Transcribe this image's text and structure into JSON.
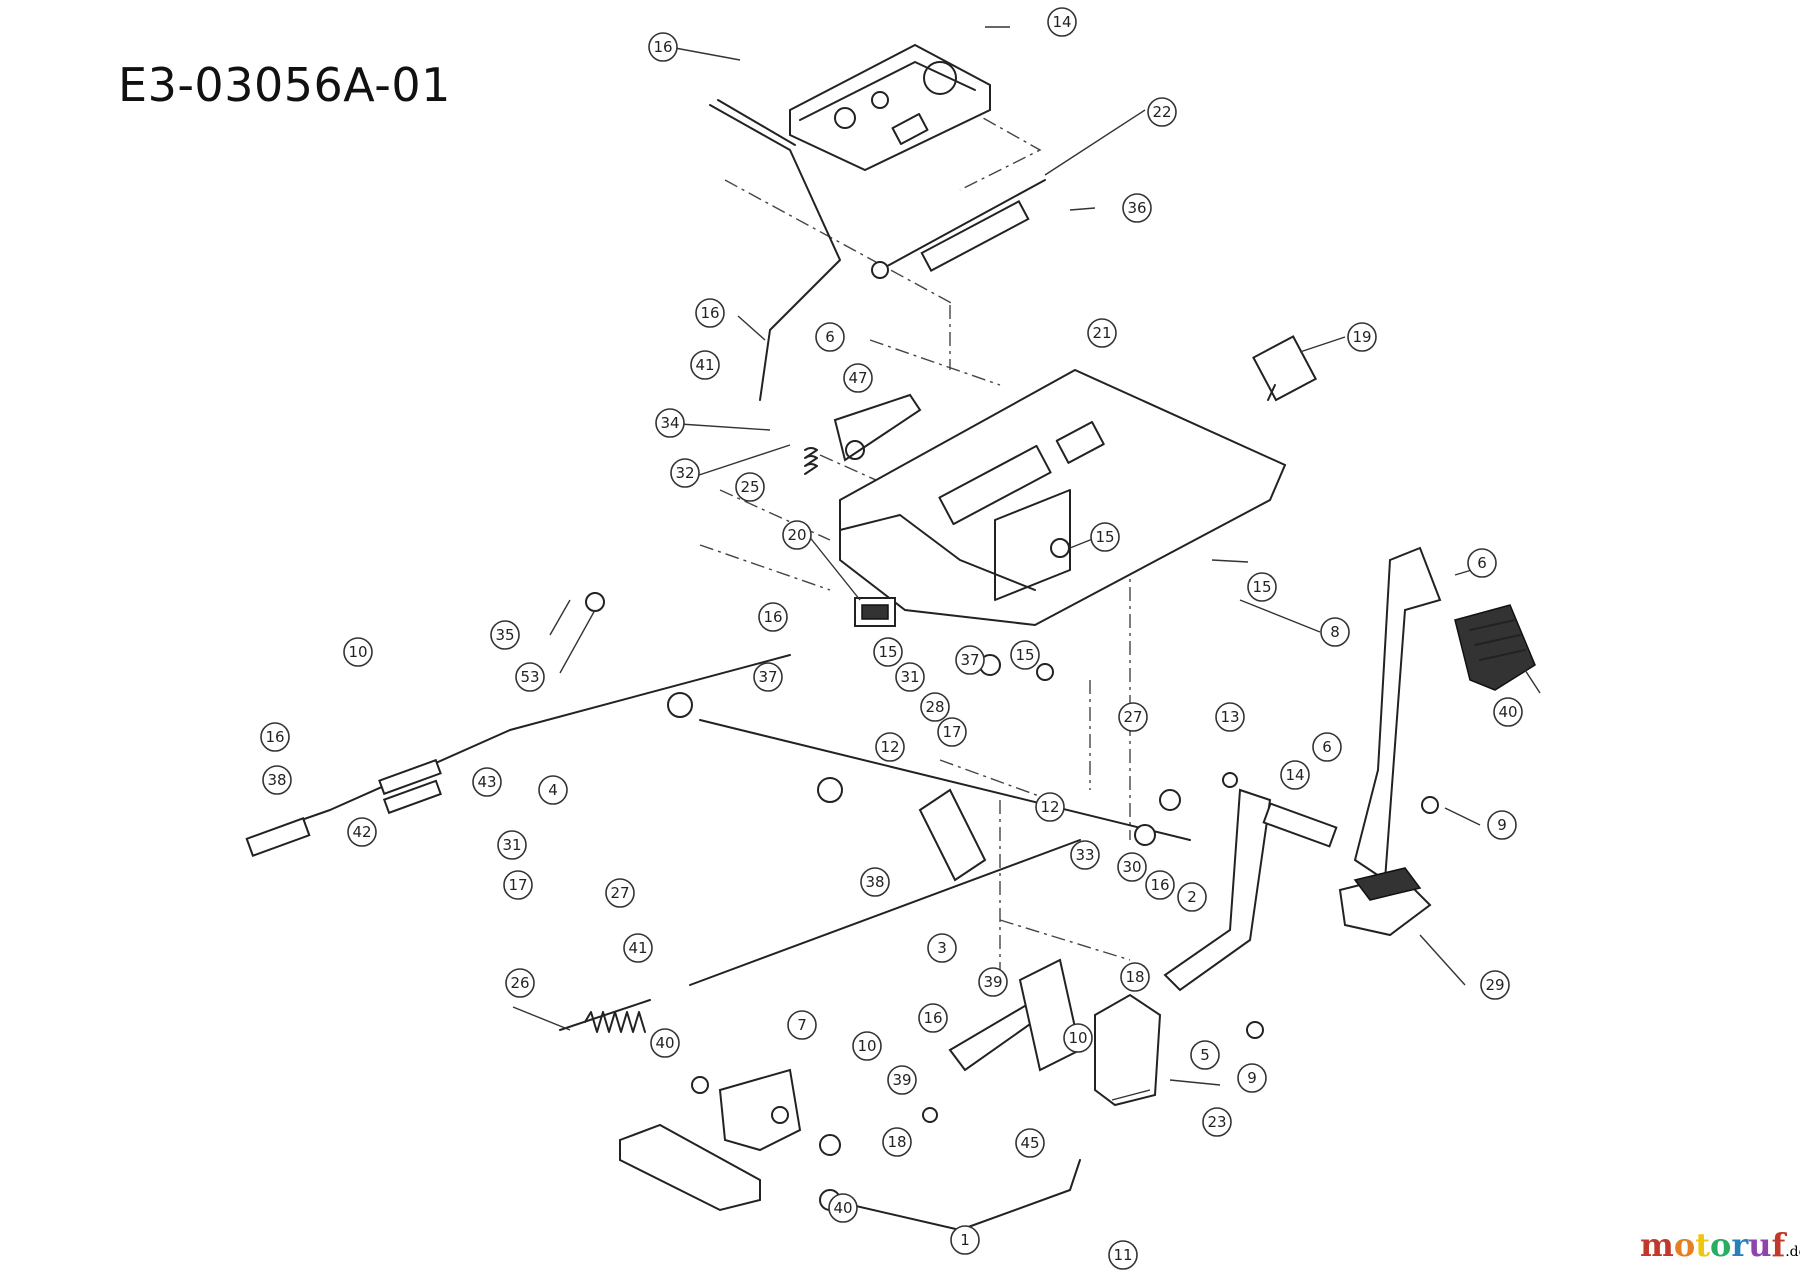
{
  "title": "E3-03056A-01",
  "watermark": {
    "brand": "motoruf",
    "tld": ".de",
    "colors": [
      "#c0392b",
      "#e67e22",
      "#f1c40f",
      "#27ae60",
      "#2980b9",
      "#8e44ad",
      "#c0392b"
    ]
  },
  "callouts": [
    {
      "id": "c14a",
      "label": "14"
    },
    {
      "id": "c16a",
      "label": "16"
    },
    {
      "id": "c22",
      "label": "22"
    },
    {
      "id": "c36",
      "label": "36"
    },
    {
      "id": "c16b",
      "label": "16"
    },
    {
      "id": "c6a",
      "label": "6"
    },
    {
      "id": "c21",
      "label": "21"
    },
    {
      "id": "c19",
      "label": "19"
    },
    {
      "id": "c41a",
      "label": "41"
    },
    {
      "id": "c47",
      "label": "47"
    },
    {
      "id": "c34",
      "label": "34"
    },
    {
      "id": "c32",
      "label": "32"
    },
    {
      "id": "c25",
      "label": "25"
    },
    {
      "id": "c20",
      "label": "20"
    },
    {
      "id": "c15a",
      "label": "15"
    },
    {
      "id": "c6b",
      "label": "6"
    },
    {
      "id": "c15b",
      "label": "15"
    },
    {
      "id": "c35",
      "label": "35"
    },
    {
      "id": "c8",
      "label": "8"
    },
    {
      "id": "c16c",
      "label": "16"
    },
    {
      "id": "c53",
      "label": "53"
    },
    {
      "id": "c10a",
      "label": "10"
    },
    {
      "id": "c15c",
      "label": "15"
    },
    {
      "id": "c37a",
      "label": "37"
    },
    {
      "id": "c15d",
      "label": "15"
    },
    {
      "id": "c37b",
      "label": "37"
    },
    {
      "id": "c31a",
      "label": "31"
    },
    {
      "id": "c28",
      "label": "28"
    },
    {
      "id": "c40a",
      "label": "40"
    },
    {
      "id": "c16d",
      "label": "16"
    },
    {
      "id": "c17a",
      "label": "17"
    },
    {
      "id": "c27a",
      "label": "27"
    },
    {
      "id": "c13",
      "label": "13"
    },
    {
      "id": "c6c",
      "label": "6"
    },
    {
      "id": "c38a",
      "label": "38"
    },
    {
      "id": "c43",
      "label": "43"
    },
    {
      "id": "c4",
      "label": "4"
    },
    {
      "id": "c12a",
      "label": "12"
    },
    {
      "id": "c12b",
      "label": "12"
    },
    {
      "id": "c14b",
      "label": "14"
    },
    {
      "id": "c9a",
      "label": "9"
    },
    {
      "id": "c42",
      "label": "42"
    },
    {
      "id": "c31b",
      "label": "31"
    },
    {
      "id": "c17b",
      "label": "17"
    },
    {
      "id": "c27b",
      "label": "27"
    },
    {
      "id": "c38b",
      "label": "38"
    },
    {
      "id": "c33",
      "label": "33"
    },
    {
      "id": "c30",
      "label": "30"
    },
    {
      "id": "c16e",
      "label": "16"
    },
    {
      "id": "c2",
      "label": "2"
    },
    {
      "id": "c3",
      "label": "3"
    },
    {
      "id": "c41b",
      "label": "41"
    },
    {
      "id": "c39a",
      "label": "39"
    },
    {
      "id": "c18a",
      "label": "18"
    },
    {
      "id": "c29",
      "label": "29"
    },
    {
      "id": "c26",
      "label": "26"
    },
    {
      "id": "c7",
      "label": "7"
    },
    {
      "id": "c16f",
      "label": "16"
    },
    {
      "id": "c5",
      "label": "5"
    },
    {
      "id": "c9b",
      "label": "9"
    },
    {
      "id": "c40b",
      "label": "40"
    },
    {
      "id": "c10b",
      "label": "10"
    },
    {
      "id": "c10c",
      "label": "10"
    },
    {
      "id": "c39b",
      "label": "39"
    },
    {
      "id": "c23",
      "label": "23"
    },
    {
      "id": "c18b",
      "label": "18"
    },
    {
      "id": "c45",
      "label": "45"
    },
    {
      "id": "c40c",
      "label": "40"
    },
    {
      "id": "c1",
      "label": "1"
    },
    {
      "id": "c11",
      "label": "11"
    }
  ]
}
